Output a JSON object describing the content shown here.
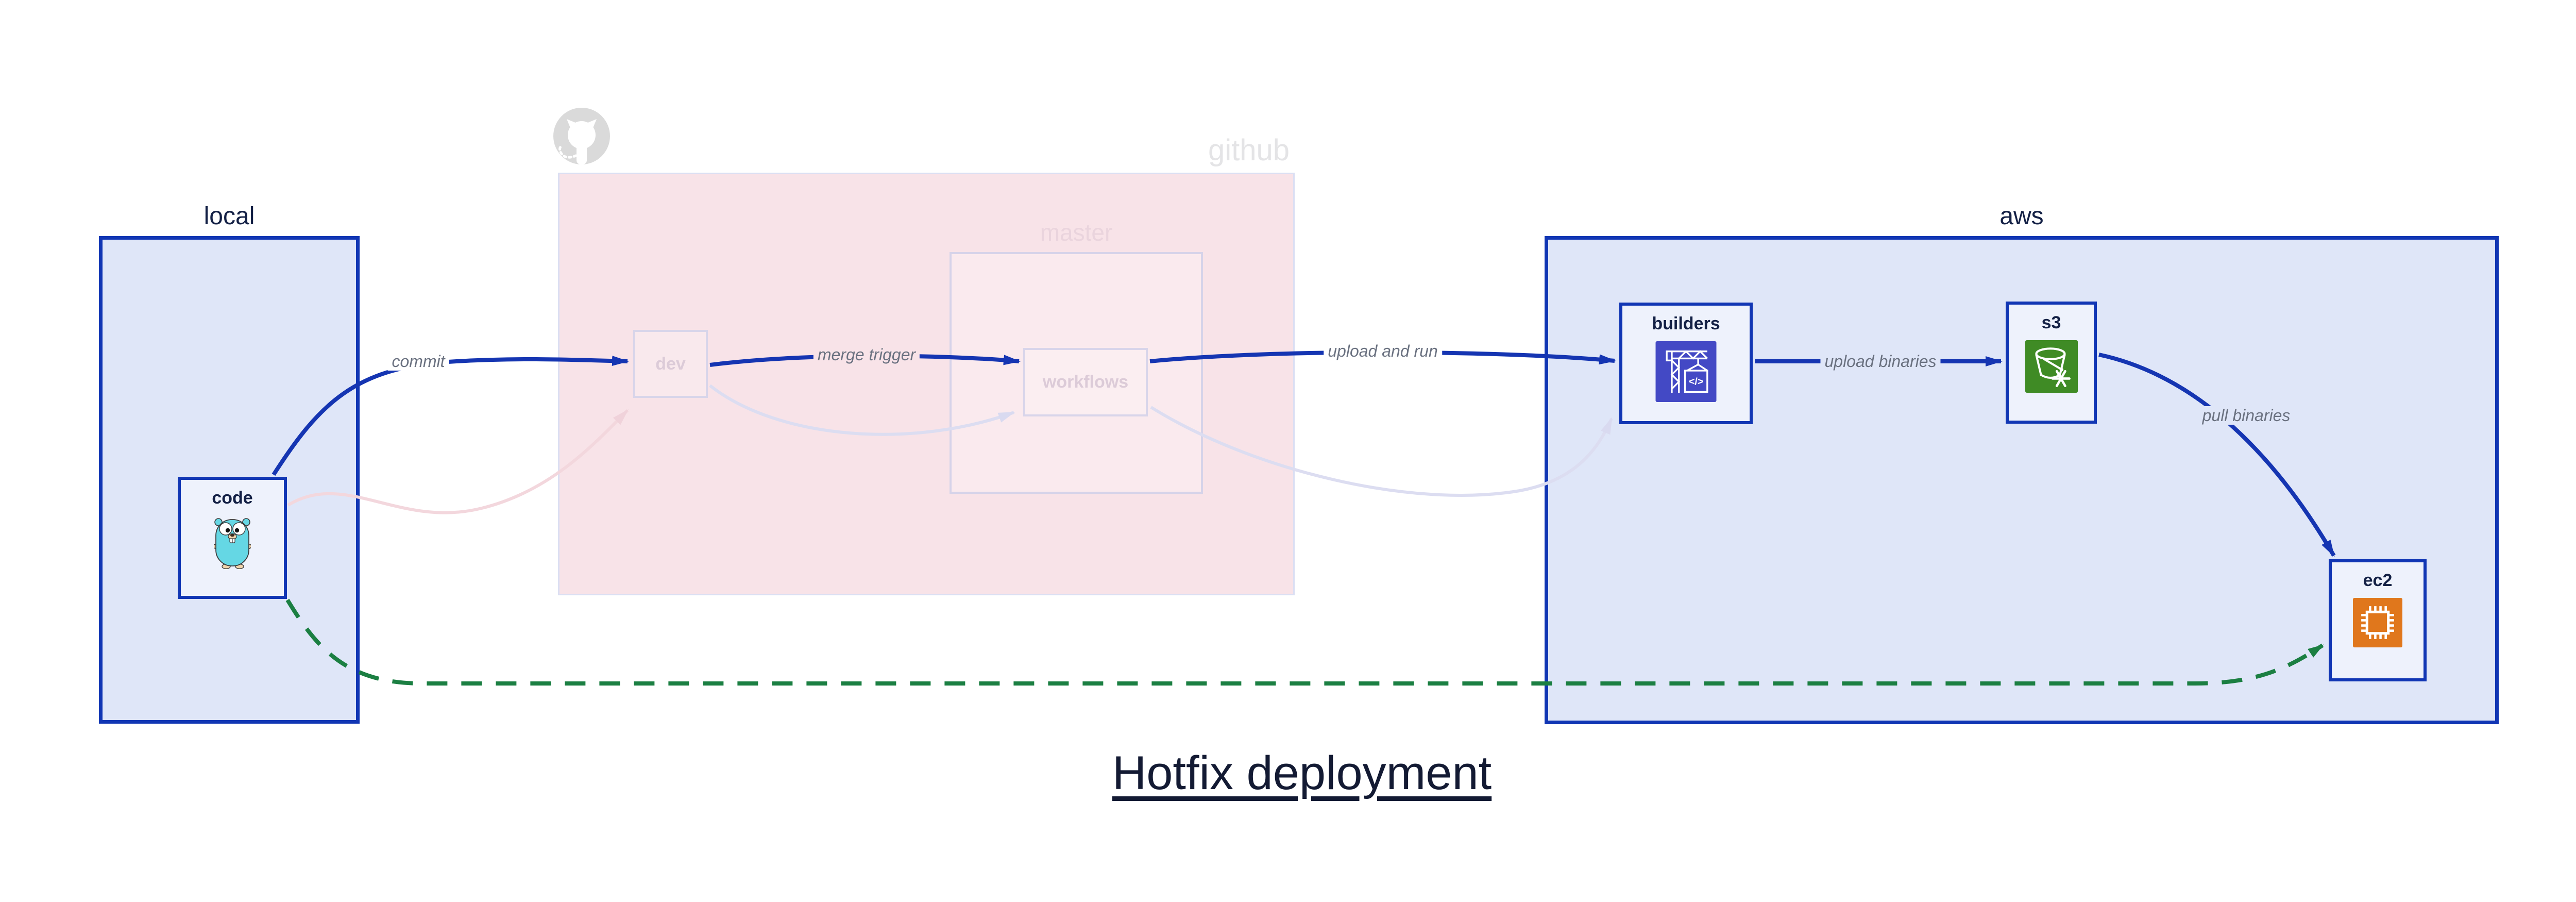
{
  "title": "Hotfix deployment",
  "groups": {
    "local": {
      "label": "local"
    },
    "github": {
      "label": "github"
    },
    "master": {
      "label": "master"
    },
    "aws": {
      "label": "aws"
    }
  },
  "nodes": {
    "code": {
      "label": "code",
      "icon": "go-gopher-icon"
    },
    "dev": {
      "label": "dev"
    },
    "workflows": {
      "label": "workflows"
    },
    "builders": {
      "label": "builders",
      "icon": "codebuild-crane-icon",
      "icon_glyph": "</>"
    },
    "s3": {
      "label": "s3",
      "icon": "s3-glacier-bucket-icon"
    },
    "ec2": {
      "label": "ec2",
      "icon": "ec2-chip-icon"
    }
  },
  "edges": {
    "commit": {
      "label": "commit",
      "style": "solid-blue"
    },
    "merge_trigger": {
      "label": "merge trigger",
      "style": "solid-blue"
    },
    "upload_and_run": {
      "label": "upload and run",
      "style": "solid-blue"
    },
    "upload_binaries": {
      "label": "upload binaries",
      "style": "solid-blue"
    },
    "pull_binaries": {
      "label": "pull binaries",
      "style": "solid-blue"
    },
    "faded_code_dev": {
      "label": "",
      "style": "faint-pink"
    },
    "faded_dev_workflows": {
      "label": "",
      "style": "faint-lavender"
    },
    "faded_workflows_builders": {
      "label": "",
      "style": "faint-lavender"
    },
    "hotfix_code_ec2": {
      "label": "",
      "style": "dashed-green"
    }
  },
  "colors": {
    "box_border_blue": "#1136b4",
    "arrow_blue": "#1535b2",
    "hotfix_green": "#1b7f42",
    "github_pink_fill": "#f8e3e8",
    "cluster_lavender_fill": "#dfe6f8",
    "node_fill": "#eef2fc",
    "faint_pink_arrow": "#f3d7dd",
    "faint_lavender_arrow": "#d9daf0",
    "faded_border": "#d8d5ea",
    "codebuild_indigo": "#4349c5",
    "s3_green": "#3f8b25",
    "ec2_orange": "#e0771c",
    "github_gray": "#dadada",
    "edge_label_gray": "#6a7180",
    "text_navy": "#132045"
  }
}
